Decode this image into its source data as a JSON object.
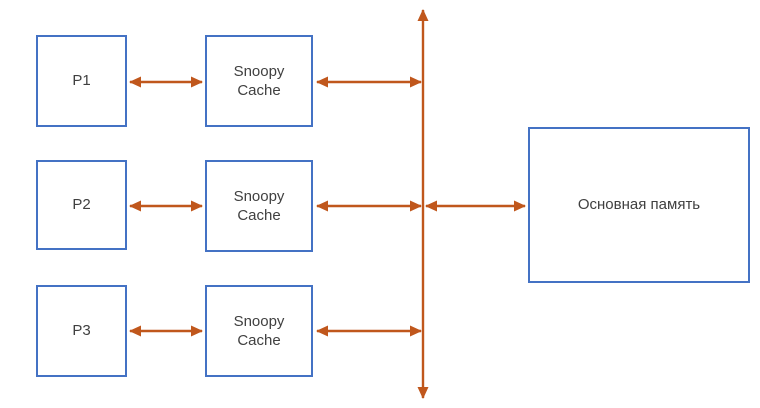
{
  "diagram": {
    "colors": {
      "box_border": "#4472C4",
      "arrow": "#C0571C",
      "text": "#404040",
      "background": "#FFFFFF"
    },
    "processors": [
      {
        "label": "P1"
      },
      {
        "label": "P2"
      },
      {
        "label": "P3"
      }
    ],
    "caches": [
      {
        "label": "Snoopy\nCache"
      },
      {
        "label": "Snoopy\nCache"
      },
      {
        "label": "Snoopy\nCache"
      }
    ],
    "memory": {
      "label": "Основная память"
    }
  }
}
